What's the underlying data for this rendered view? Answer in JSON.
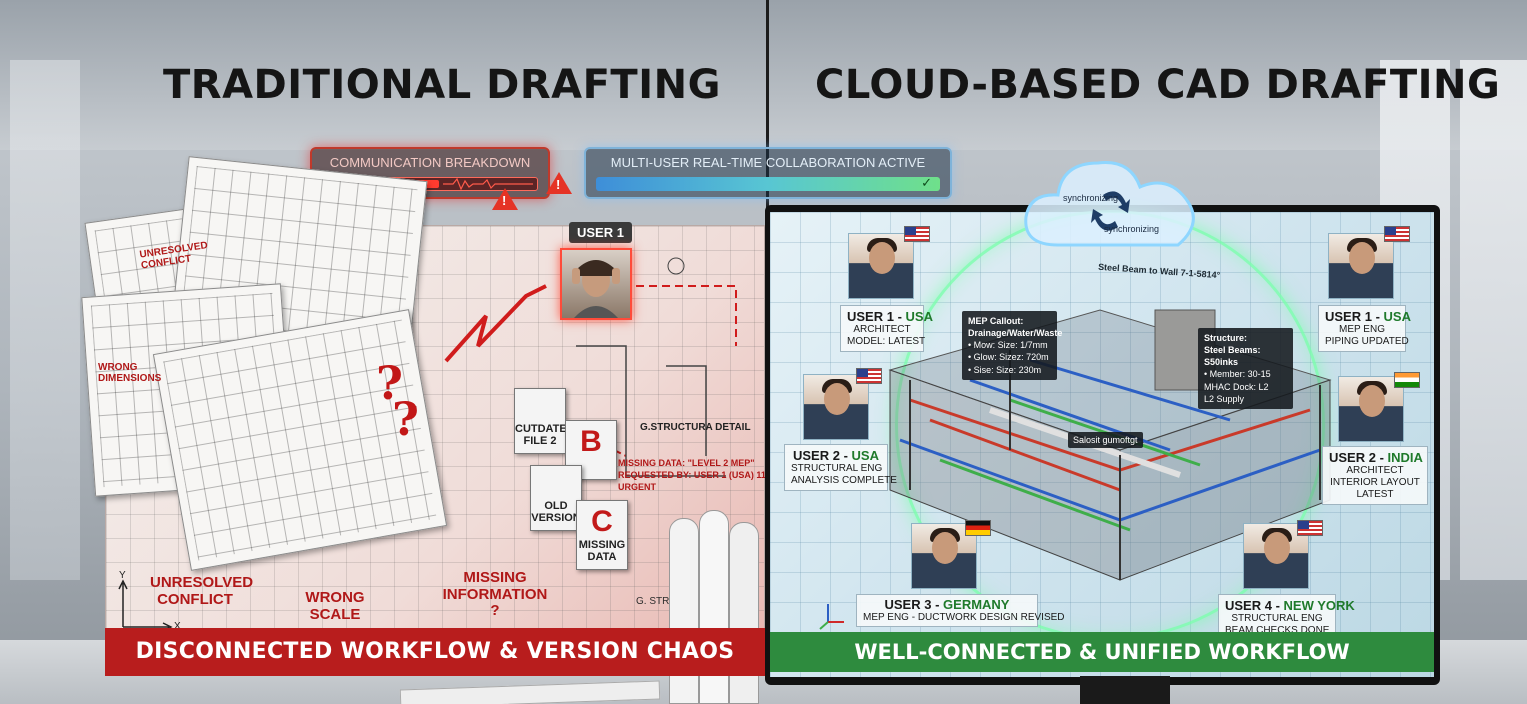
{
  "titles": {
    "left": "TRADITIONAL DRAFTING",
    "right": "CLOUD-BASED CAD DRAFTING"
  },
  "status": {
    "breakdown": "COMMUNICATION BREAKDOWN",
    "collaboration": "MULTI-USER REAL-TIME COLLABORATION ACTIVE",
    "collaboration_check": "✓"
  },
  "left": {
    "user_tag": "USER 1",
    "notes": {
      "unresolved_small": "UNRESOLVED CONFLICT",
      "wrong_small": "WRONG DIMENSIONS",
      "structural_detail": "G.STRUCTURA DETAIL",
      "missing_data": "MISSING DATA: \"Level 2 MEP\"",
      "requested_by": "REQUESTED BY: USER 1 (USA) 11:07",
      "urgent": "URGENT",
      "structure_small": "G. STRU"
    },
    "docs": [
      {
        "big": "",
        "label": "CUTDATED FILE 2"
      },
      {
        "big": "B",
        "label": ""
      },
      {
        "big": "",
        "label": "OLD VERSION"
      },
      {
        "big": "C",
        "label": "MISSING DATA"
      }
    ],
    "labels": {
      "unresolved": "UNRESOLVED CONFLICT",
      "wrong_scale": "WRONG SCALE",
      "missing_info": "MISSING INFORMATION ?"
    },
    "axes": {
      "y": "Y",
      "x": "X"
    },
    "footer": "DISCONNECTED WORKFLOW & VERSION CHAOS"
  },
  "right": {
    "cloud": {
      "sync1": "synchronizing",
      "sync2": "synchronizing"
    },
    "steel_label": "Steel Beam to Wall 7-1-5814°",
    "callout_mep": {
      "title": "MEP Callout:",
      "line1": "Drainage/Water/Waste",
      "line2": "• Mow: Size: 1/7mm",
      "line3": "• Glow: Sizez: 720m",
      "line4": "• Sise: Size: 230m"
    },
    "callout_structure": {
      "title": "Structure:",
      "line1": "Steel Beams: S50inks",
      "line2": "• Member: 30-15",
      "line3": "MHAC Dock: L2",
      "line4": "L2 Supply"
    },
    "callout_small": "Salosit gumoftgt",
    "users": [
      {
        "name": "USER 1",
        "loc": "USA",
        "role": "ARCHITECT",
        "detail": "MODEL: LATEST"
      },
      {
        "name": "USER 2",
        "loc": "USA",
        "role": "STRUCTURAL ENG",
        "detail": "ANALYSIS COMPLETE"
      },
      {
        "name": "USER 3",
        "loc": "GERMANY",
        "role": "MEP ENG - DUCTWORK DESIGN REVISED",
        "detail": ""
      },
      {
        "name": "USER 1",
        "loc": "USA",
        "role": "MEP ENG",
        "detail": "PIPING UPDATED"
      },
      {
        "name": "USER 2",
        "loc": "INDIA",
        "role": "ARCHITECT",
        "detail": "INTERIOR LAYOUT LATEST"
      },
      {
        "name": "USER 4",
        "loc": "NEW YORK",
        "role": "STRUCTURAL ENG",
        "detail": "BEAM CHECKS DONE"
      }
    ],
    "footer": "WELL-CONNECTED & UNIFIED WORKFLOW"
  },
  "colors": {
    "alert_red": "#c21717",
    "footer_red": "#b81d1d",
    "footer_green": "#2e8b3e",
    "location_green": "#1f7a2b"
  }
}
